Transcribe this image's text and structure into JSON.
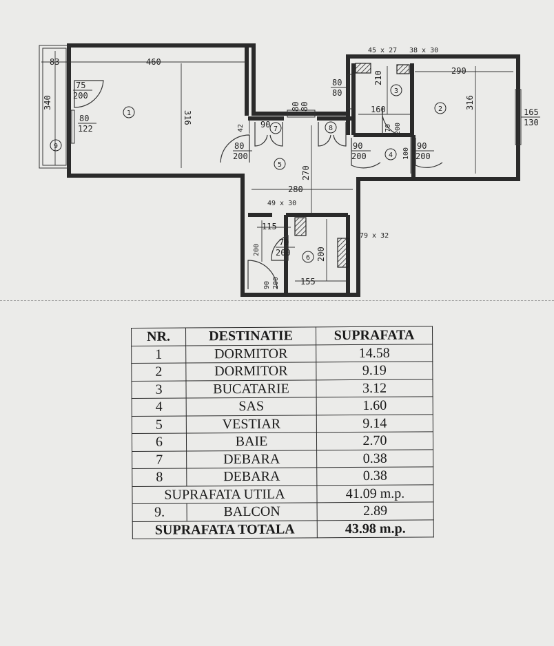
{
  "plan": {
    "room_numbers": [
      "1",
      "2",
      "3",
      "4",
      "5",
      "6",
      "7",
      "8",
      "9"
    ],
    "dims": {
      "d83": "83",
      "d460": "460",
      "d75_200a": "75",
      "d75_200b": "200",
      "d340": "340",
      "d316a": "316",
      "d80_122a": "80",
      "d80_122b": "122",
      "d80_80a": "80",
      "d80_80b": "80",
      "d80v_a": "80",
      "d80v_b": "80",
      "d45x27": "45 x 27",
      "d38x30": "38 x 30",
      "d290": "290",
      "d210": "210",
      "d160": "160",
      "d316b": "316",
      "d165_130a": "165",
      "d165_130b": "130",
      "d42": "42",
      "d90_7": "90",
      "d80_200a": "80",
      "d80_200b": "200",
      "d90_200a": "90",
      "d90_200b": "200",
      "d70_200v_a": "70",
      "d70_200v_b": "200",
      "d100": "100",
      "d90_200c": "90",
      "d90_200d": "200",
      "d270": "270",
      "d280": "280",
      "d49x30": "49 x 30",
      "d115": "115",
      "d79x32": "79 x 32",
      "d200a": "200",
      "d70_200a": "70",
      "d70_200b": "200",
      "d200b": "200",
      "d90_200v_a": "90",
      "d90_200v_b": "200",
      "d155": "155"
    }
  },
  "table": {
    "headers": [
      "NR.",
      "DESTINATIE",
      "SUPRAFATA"
    ],
    "rows": [
      {
        "nr": "1",
        "dest": "DORMITOR",
        "area": "14.58"
      },
      {
        "nr": "2",
        "dest": "DORMITOR",
        "area": "9.19"
      },
      {
        "nr": "3",
        "dest": "BUCATARIE",
        "area": "3.12"
      },
      {
        "nr": "4",
        "dest": "SAS",
        "area": "1.60"
      },
      {
        "nr": "5",
        "dest": "VESTIAR",
        "area": "9.14"
      },
      {
        "nr": "6",
        "dest": "BAIE",
        "area": "2.70"
      },
      {
        "nr": "7",
        "dest": "DEBARA",
        "area": "0.38"
      },
      {
        "nr": "8",
        "dest": "DEBARA",
        "area": "0.38"
      }
    ],
    "useful_label": "SUPRAFATA UTILA",
    "useful_value": "41.09 m.p.",
    "balcony": {
      "nr": "9.",
      "dest": "BALCON",
      "area": "2.89"
    },
    "total_label": "SUPRAFATA TOTALA",
    "total_value": "43.98 m.p."
  }
}
